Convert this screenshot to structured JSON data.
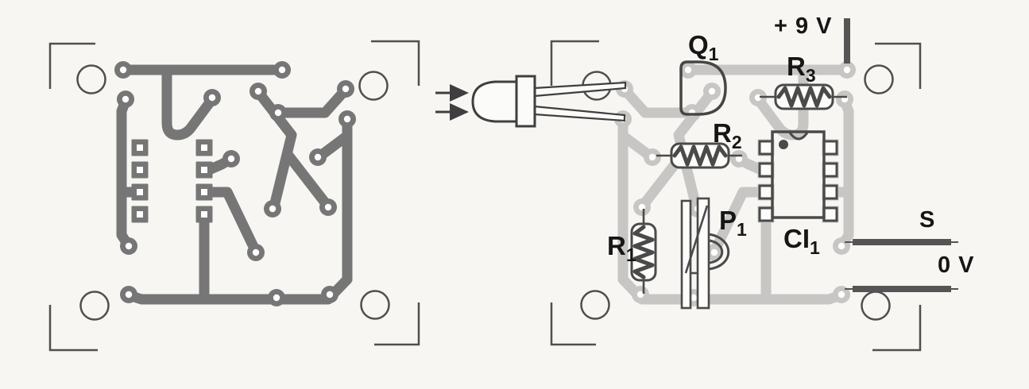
{
  "figure": {
    "kind": "printed-circuit-board layout, scanned book figure",
    "panels": [
      {
        "id": "copper-side",
        "description": "solder/copper side track pattern, dark traces"
      },
      {
        "id": "component-side",
        "description": "component placement view, mirrored light traces"
      }
    ]
  },
  "labels": {
    "transistor": {
      "base": "Q",
      "sub": "1"
    },
    "resistor1": {
      "base": "R",
      "sub": "1"
    },
    "resistor2": {
      "base": "R",
      "sub": "2"
    },
    "resistor3": {
      "base": "R",
      "sub": "3"
    },
    "trimpot": {
      "base": "P",
      "sub": "1"
    },
    "ic": {
      "base": "CI",
      "sub": "1"
    }
  },
  "terminals": {
    "power": "+ 9 V",
    "signal": "S",
    "ground": "0 V"
  },
  "icons": {
    "light_arrows": "incoming-light-arrows",
    "led": "led-photodiode-side-view"
  },
  "colors": {
    "copper_dark": "#767676",
    "copper_light": "#c7c6c4",
    "component_outline": "#3f3f3f",
    "wire_dark": "#555555",
    "frame": "#4f4f4f",
    "paper": "#f7f6f2",
    "ink": "#161616"
  }
}
